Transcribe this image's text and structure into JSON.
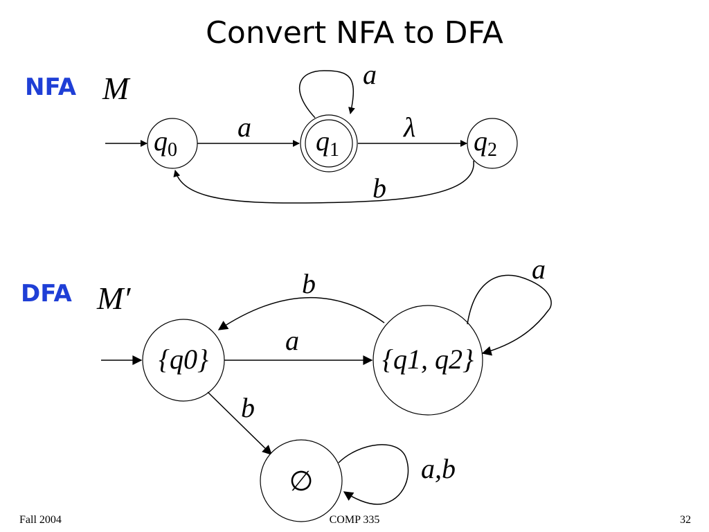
{
  "title": "Convert NFA to DFA",
  "nfa": {
    "label": "NFA",
    "machine": "M",
    "states": [
      {
        "id": "q0",
        "symbol": "q",
        "subscript": "0"
      },
      {
        "id": "q1",
        "symbol": "q",
        "subscript": "1",
        "accepting": true
      },
      {
        "id": "q2",
        "symbol": "q",
        "subscript": "2"
      }
    ],
    "transitions": [
      {
        "from": "q0",
        "to": "q1",
        "label": "a"
      },
      {
        "from": "q1",
        "to": "q1",
        "label": "a"
      },
      {
        "from": "q1",
        "to": "q2",
        "label": "λ"
      },
      {
        "from": "q2",
        "to": "q0",
        "label": "b"
      }
    ]
  },
  "dfa": {
    "label": "DFA",
    "machine": "M",
    "machine_prime": "′",
    "states": [
      {
        "id": "s0",
        "text": "{q0}"
      },
      {
        "id": "s12",
        "text": "{q1, q2}"
      },
      {
        "id": "empty",
        "text": "∅"
      }
    ],
    "transitions": [
      {
        "from": "s0",
        "to": "s12",
        "label": "a"
      },
      {
        "from": "s12",
        "to": "s0",
        "label": "b"
      },
      {
        "from": "s12",
        "to": "s12",
        "label": "a"
      },
      {
        "from": "s0",
        "to": "empty",
        "label": "b"
      },
      {
        "from": "empty",
        "to": "empty",
        "label": "a,b"
      }
    ]
  },
  "footer": {
    "left": "Fall 2004",
    "center": "COMP 335",
    "right": "32"
  },
  "colors": {
    "section_label": "#1f3fd6",
    "ink": "#000000",
    "background": "#ffffff"
  }
}
